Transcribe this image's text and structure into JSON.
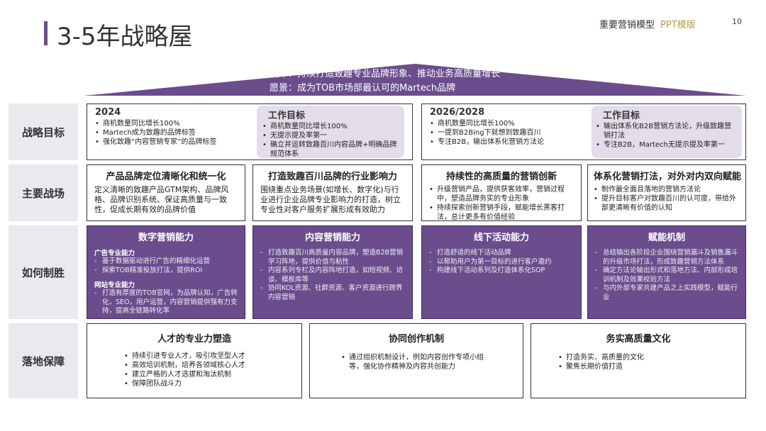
{
  "header": {
    "title": "3-5年战略屋",
    "brand": "重要营销模型",
    "brand_sub": "PPT模版",
    "page": "10"
  },
  "roof": {
    "mission": "使命：持续打造致趣专业品牌形象、推动业务高质量增长",
    "vision": "愿景：成为TOB市场部最认可的Martech品牌"
  },
  "colors": {
    "accent": "#6b4d8e",
    "label_bg": "#e9e9ee",
    "highlight_bg": "#e4dcea",
    "brand_sub": "#b5a03d"
  },
  "rows": {
    "goals": {
      "label": "战略目标",
      "c2024": {
        "title": "2024",
        "items": [
          "商机数量同比增长100%",
          "Martech成为致趣的品牌标签",
          "强化致趣“内容营销专家”的品牌标签"
        ]
      },
      "w2024": {
        "title": "工作目标",
        "items": [
          "商机数量同比增长100%",
          "无提示提及率第一",
          "确立并运转致趣百川内容品牌+明确品牌规范体系"
        ]
      },
      "c2026": {
        "title": "2026/2028",
        "items": [
          "商机数量同比增长100%",
          "一提到B2Bing下就想到致趣百川",
          "专注B2B，输出体系化营销方法论"
        ]
      },
      "w2026": {
        "title": "工作目标",
        "items": [
          "输出体系化B2B营销方法论，升级致趣营销打法",
          "专注B2B，Martech无提示提及率第一"
        ]
      }
    },
    "fields": {
      "label": "主要战场",
      "f1": {
        "title": "产品品牌定位清晰化和统一化",
        "text": "定义清晰的致趣产品GTM架构、品牌风格、品牌识别系统、保证高质量与一致性，促成长期有效的品牌价值"
      },
      "f2": {
        "title": "打造致趣百川品牌的行业影响力",
        "text": "围绕重点业务场景(如增长、数字化)与行业进行企业品牌专业影响力的打造，树立专业性对客户服务扩展形成有效助力"
      },
      "f3": {
        "title": "持续性的高质量的营销创新",
        "items": [
          "升级营销产品，提供获客效率，营销过程中，塑造品牌务实的专业形象",
          "持续探索创新营销手段，赋能增长黑客打法，总计更多有价值经验"
        ]
      },
      "f4": {
        "title": "体系化营销打法，对外对内双向赋能",
        "items": [
          "制作最全面且落地的营销方法论",
          "提升目标客户对致趣百川的认可度，带给外部更清晰有价值的认知"
        ]
      }
    },
    "how": {
      "label": "如何制胜",
      "h1": {
        "title": "数字营销能力",
        "sub1": "广告专业能力",
        "sub1_items": [
          "基于数据驱动进行广告的精细化运营",
          "探索TOB精准投放打法，提供ROI"
        ],
        "sub2": "网站专业能力",
        "sub2_items": [
          "打造有厚度的TOB官网，为品牌认知，广告转化，SEO，用户运营，内容营销提供强有力支持，提高全链路转化率"
        ]
      },
      "h2": {
        "title": "内容营销能力",
        "items": [
          "打造致趣百川高质量内容品牌，塑造B2B营销学习阵地，提供价值与粘性",
          "内容系列专栏及内容阵地打造，如短视频、访谈、模板库等",
          "协同KOL资源、社群资源、客户资源进行跨界内容营销"
        ]
      },
      "h3": {
        "title": "线下活动能力",
        "items": [
          "打造舒适的线下活动品牌",
          "以帮助用户为第一目标的进行客户邀约",
          "构建线下活动系列及打造体系化SOP"
        ]
      },
      "h4": {
        "title": "赋能机制",
        "items": [
          "总结输出各阶段企业围绕营销漏斗及销售漏斗的升级市场打法，形成致趣营销方法体系",
          "确定方法论输出形式和落地方法、内部形成培训机制及效果校验方法",
          "与内外部专家共建产品之上实践模型，赋能行业"
        ]
      }
    },
    "support": {
      "label": "落地保障",
      "s1": {
        "title": "人才的专业力塑造",
        "items": [
          "持续引进专业人才，吸引攻坚型人才",
          "高效培训机制，培养各领域核心人才",
          "建立严格的人才选拔和淘汰机制",
          "保障团队战斗力"
        ]
      },
      "s2": {
        "title": "协同创作机制",
        "items": [
          "通过组织机制设计，例如内容创作专项小组等，强化协作精神及内容共创能力"
        ]
      },
      "s3": {
        "title": "务实高质量文化",
        "items": [
          "打造务实、高质量的文化",
          "聚焦长期价值打造"
        ]
      }
    }
  }
}
